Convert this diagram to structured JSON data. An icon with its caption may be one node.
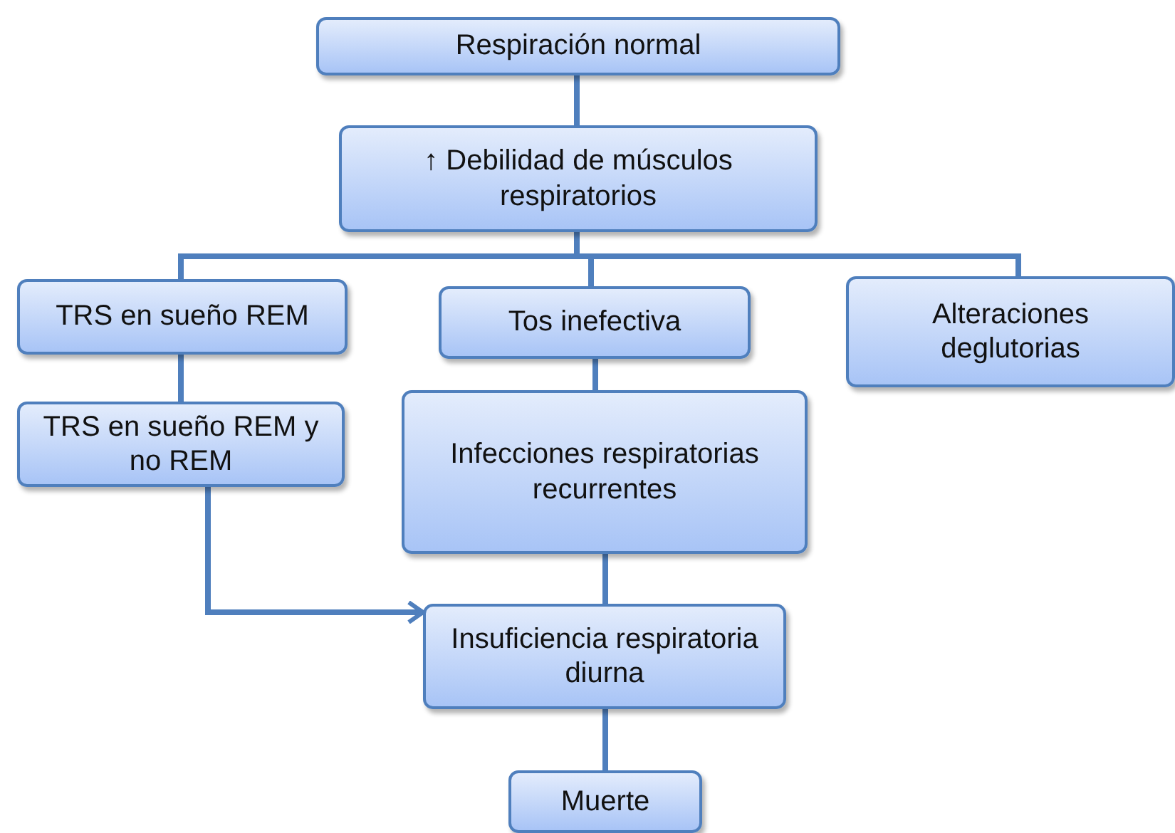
{
  "diagram": {
    "nodes": [
      {
        "text": [
          "Respiración normal"
        ]
      },
      {
        "text": [
          "↑ Debilidad de músculos respiratorios"
        ]
      },
      {
        "text": [
          "TRS en sueño REM"
        ]
      },
      {
        "text": [
          "Tos inefectiva"
        ]
      },
      {
        "text": [
          "Alteraciones deglutorias"
        ]
      },
      {
        "text": [
          "TRS en sueño REM y no REM"
        ]
      },
      {
        "text": [
          "Infecciones respiratorias recurrentes"
        ]
      },
      {
        "text": [
          "Insuficiencia respiratoria diurna"
        ]
      },
      {
        "text": [
          "Muerte"
        ]
      }
    ],
    "edges": [
      {
        "from": 0,
        "to": 1,
        "arrow": "none"
      },
      {
        "from": 1,
        "to": 2,
        "arrow": "none"
      },
      {
        "from": 1,
        "to": 3,
        "arrow": "none"
      },
      {
        "from": 1,
        "to": 4,
        "arrow": "none"
      },
      {
        "from": 2,
        "to": 5,
        "arrow": "none"
      },
      {
        "from": 3,
        "to": 6,
        "arrow": "none"
      },
      {
        "from": 6,
        "to": 7,
        "arrow": "none"
      },
      {
        "from": 7,
        "to": 8,
        "arrow": "none"
      },
      {
        "from": 5,
        "to": 7,
        "arrow": "to"
      }
    ]
  }
}
